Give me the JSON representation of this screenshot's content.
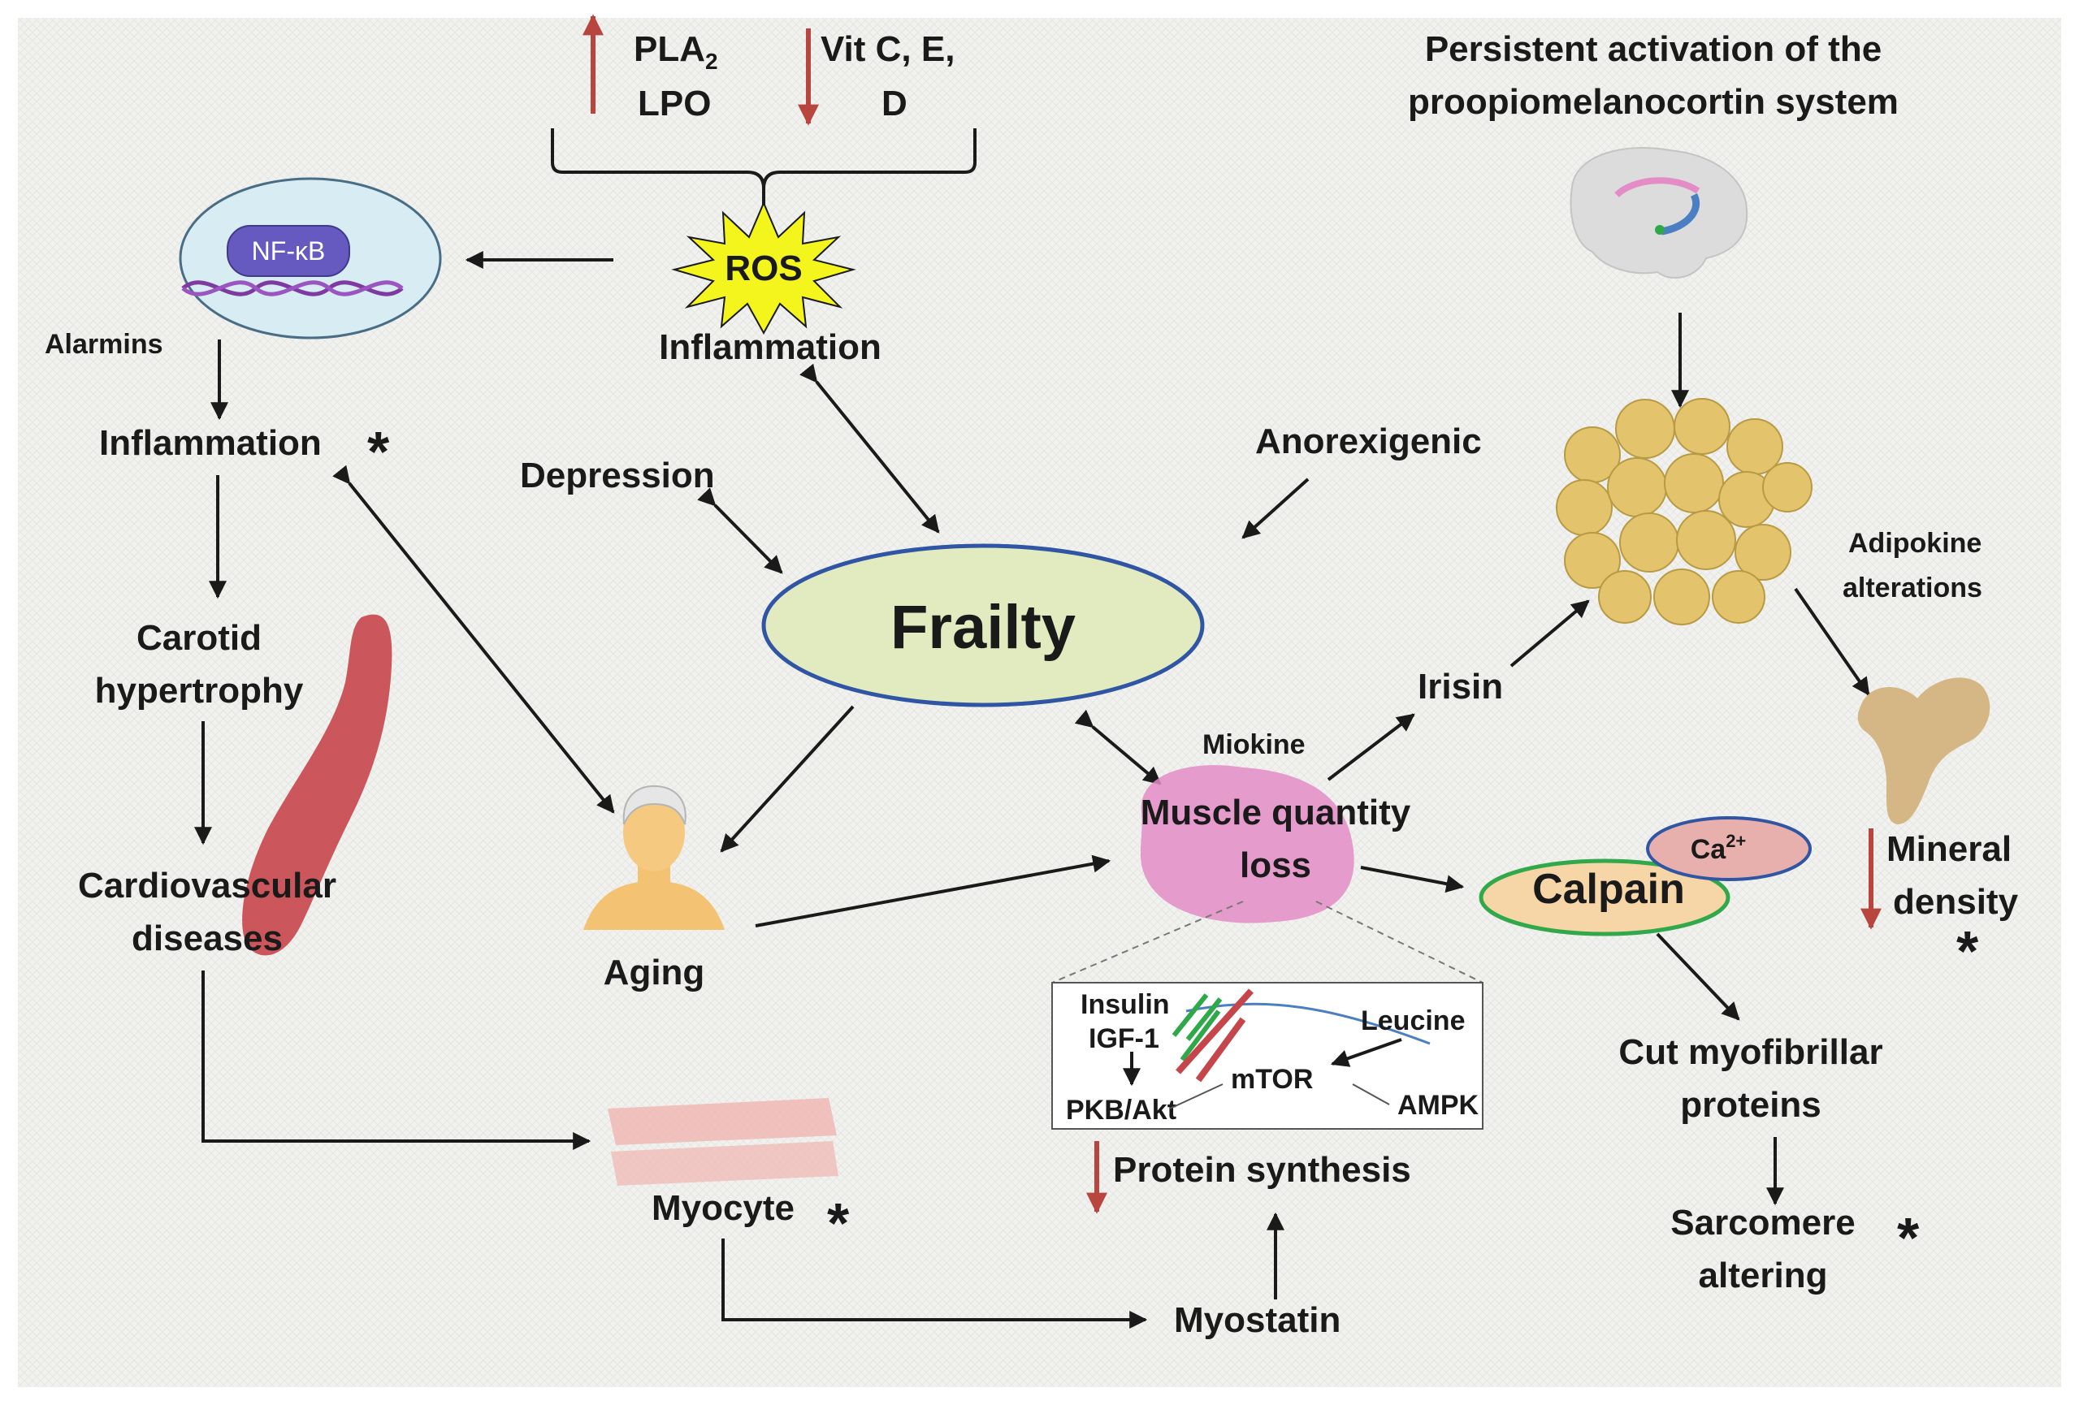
{
  "top_markers": {
    "pla2_base": "PLA",
    "pla2_sub": "2",
    "lpo": "LPO",
    "vit_line1": "Vit C, E,",
    "vit_line2": "D"
  },
  "labels": {
    "ros": "ROS",
    "inflammation_top": "Inflammation",
    "nfkb": "NF-κB",
    "alarmins": "Alarmins",
    "inflammation_left": "Inflammation",
    "depression": "Depression",
    "anorexigenic": "Anorexigenic",
    "frailty": "Frailty",
    "carotid_line1": "Carotid",
    "carotid_line2": "hypertrophy",
    "cvd_line1": "Cardiovascular",
    "cvd_line2": "diseases",
    "aging": "Aging",
    "miokine": "Miokine",
    "muscle_line1": "Muscle quantity",
    "muscle_line2": "loss",
    "irisin": "Irisin",
    "pomc_line1": "Persistent activation of the",
    "pomc_line2": "proopiomelanocortin system",
    "adipokine_line1": "Adipokine",
    "adipokine_line2": "alterations",
    "mineral_line1": "Mineral",
    "mineral_line2": "density",
    "calpain": "Calpain",
    "ca_base": "Ca",
    "ca_sup": "2+",
    "cut_line1": "Cut myofibrillar",
    "cut_line2": "proteins",
    "sarcomere_line1": "Sarcomere",
    "sarcomere_line2": "altering",
    "insulin": "Insulin",
    "igf1": "IGF-1",
    "pkb": "PKB/Akt",
    "mtor": "mTOR",
    "leucine": "Leucine",
    "ampk": "AMPK",
    "protein_synthesis": "Protein synthesis",
    "myocyte": "Myocyte",
    "myostatin": "Myostatin",
    "asterisk": "*"
  },
  "colors": {
    "frailty_fill": "#e2ebc0",
    "frailty_stroke": "#2f55a4",
    "ros_fill": "#f5f51e",
    "red_arrow": "#b8463e",
    "calpain_fill": "#f6d6a7",
    "calpain_stroke": "#31a84a",
    "ca_fill": "#e8b0ad",
    "ca_stroke": "#2f55a4",
    "nfkb_fill": "#6659c0",
    "nucleus_fill": "#d8ecf4",
    "muscle_fill": "#e38cc6",
    "adipose_fill": "#e3c46c",
    "bone_fill": "#d2b07a",
    "vessel_fill": "#c6454a",
    "myocyte_fill": "#f0b8b4"
  }
}
